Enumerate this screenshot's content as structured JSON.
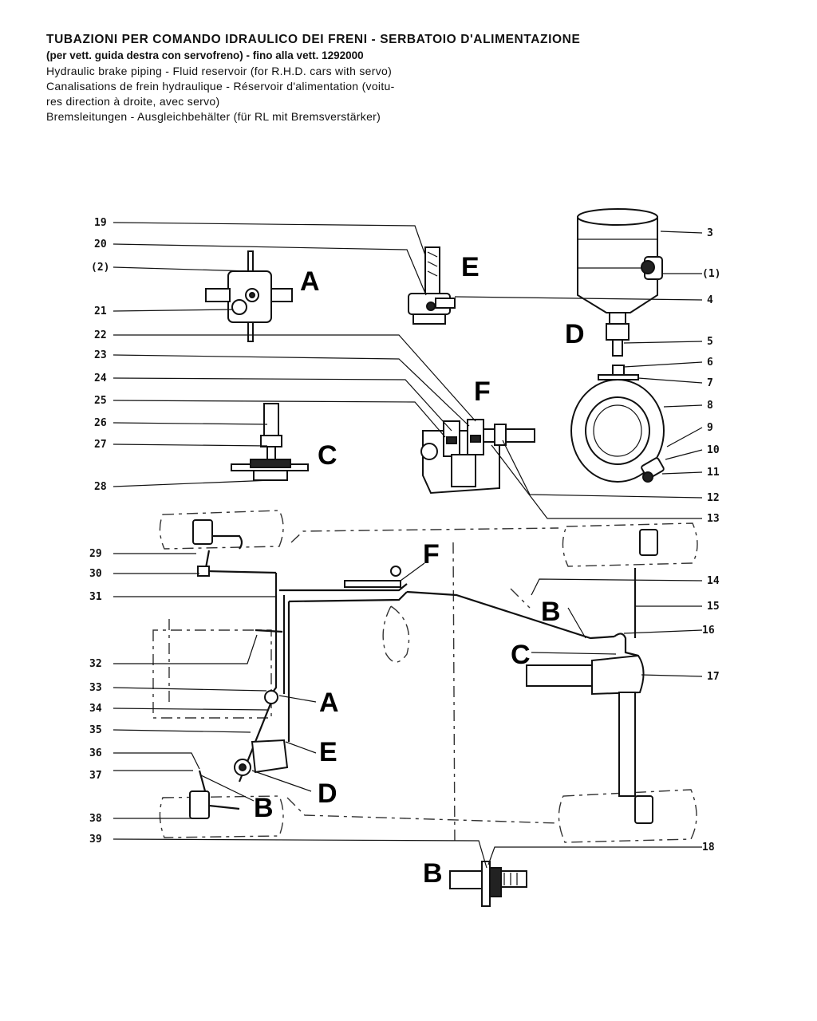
{
  "title": {
    "it": "TUBAZIONI PER COMANDO IDRAULICO DEI FRENI - SERBATOIO D'ALIMENTAZIONE",
    "it_sub": "(per vett. guida destra con servofreno) - fino alla vett. 1292000",
    "en": "Hydraulic brake piping - Fluid reservoir (for R.H.D. cars with servo)",
    "fr_1": "Canalisations de frein hydraulique - Réservoir d'alimentation (voitu-",
    "fr_2": "res direction à droite, avec servo)",
    "de": "Bremsleitungen - Ausgleichbehälter (für RL mit Bremsverstärker)"
  },
  "left_labels": [
    "19",
    "20",
    "(2)",
    "21",
    "22",
    "23",
    "24",
    "25",
    "26",
    "27",
    "28",
    "29",
    "30",
    "31",
    "32",
    "33",
    "34",
    "35",
    "36",
    "37",
    "38",
    "39"
  ],
  "right_labels": [
    "3",
    "(1)",
    "4",
    "5",
    "6",
    "7",
    "8",
    "9",
    "10",
    "11",
    "12",
    "13",
    "14",
    "15",
    "16",
    "17",
    "18"
  ],
  "detail_letters": {
    "A": "A",
    "E": "E",
    "D": "D",
    "F": "F",
    "C": "C",
    "B": "B"
  }
}
